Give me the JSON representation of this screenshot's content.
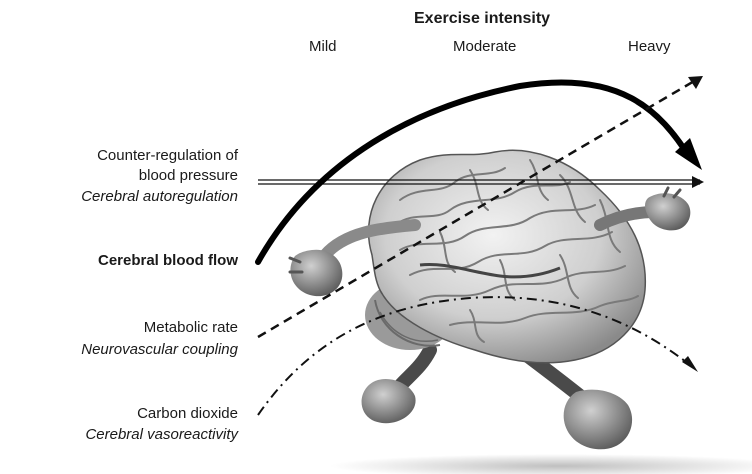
{
  "header": {
    "title": "Exercise intensity",
    "levels": [
      "Mild",
      "Moderate",
      "Heavy"
    ]
  },
  "labels": {
    "blood_pressure_line1": "Counter-regulation of",
    "blood_pressure_line2": "blood pressure",
    "blood_pressure_italic": "Cerebral autoregulation",
    "cbf": "Cerebral blood flow",
    "metabolic": "Metabolic rate",
    "metabolic_italic": "Neurovascular coupling",
    "co2": "Carbon dioxide",
    "co2_italic": "Cerebral vasoreactivity"
  },
  "illustration": "running-brain-cartoon",
  "colors": {
    "ink": "#111111",
    "brain_light": "#e6e6e6",
    "brain_mid": "#b8b8b8",
    "brain_dark": "#6e6e6e"
  }
}
